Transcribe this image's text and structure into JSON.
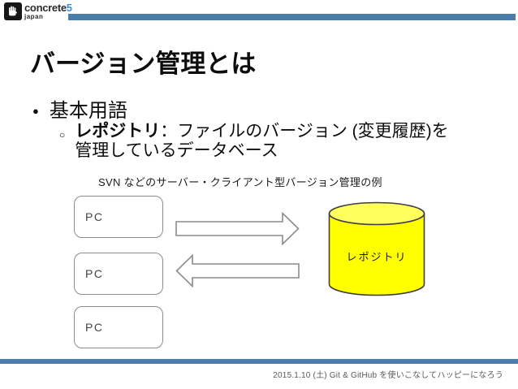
{
  "logo": {
    "brand": "concrete",
    "brand_accent": "5",
    "subtitle": "japan"
  },
  "title": "バージョン管理とは",
  "bullets": {
    "level1": "基本用語",
    "level2": {
      "term": "レポジトリ",
      "separator": "：",
      "definition_line1": "ファイルのバージョン (変更履歴)を",
      "definition_line2": "管理しているデータベース"
    }
  },
  "caption": "SVN などのサーバー・クライアント型バージョン管理の例",
  "diagram": {
    "pc_boxes": [
      {
        "label": "PC"
      },
      {
        "label": "PC"
      },
      {
        "label": "PC"
      }
    ],
    "arrows": [
      {
        "name": "pc-to-repository-arrow",
        "direction": "right"
      },
      {
        "name": "repository-to-pc-arrow",
        "direction": "left"
      }
    ],
    "cylinder": {
      "label": "レポジトリ"
    }
  },
  "footer": "2015.1.10 (土) Git & GitHub を使いこなしてハッピーになろう",
  "colors": {
    "accent_blue": "#4a7dac",
    "logo_blue": "#3e8fd0",
    "outline_gray": "#8c8c8c",
    "cylinder_yellow": "#ffff00",
    "cylinder_top_yellow": "#ffff5e",
    "cylinder_stroke": "#3f3f3f",
    "footer_gray": "#595959"
  }
}
